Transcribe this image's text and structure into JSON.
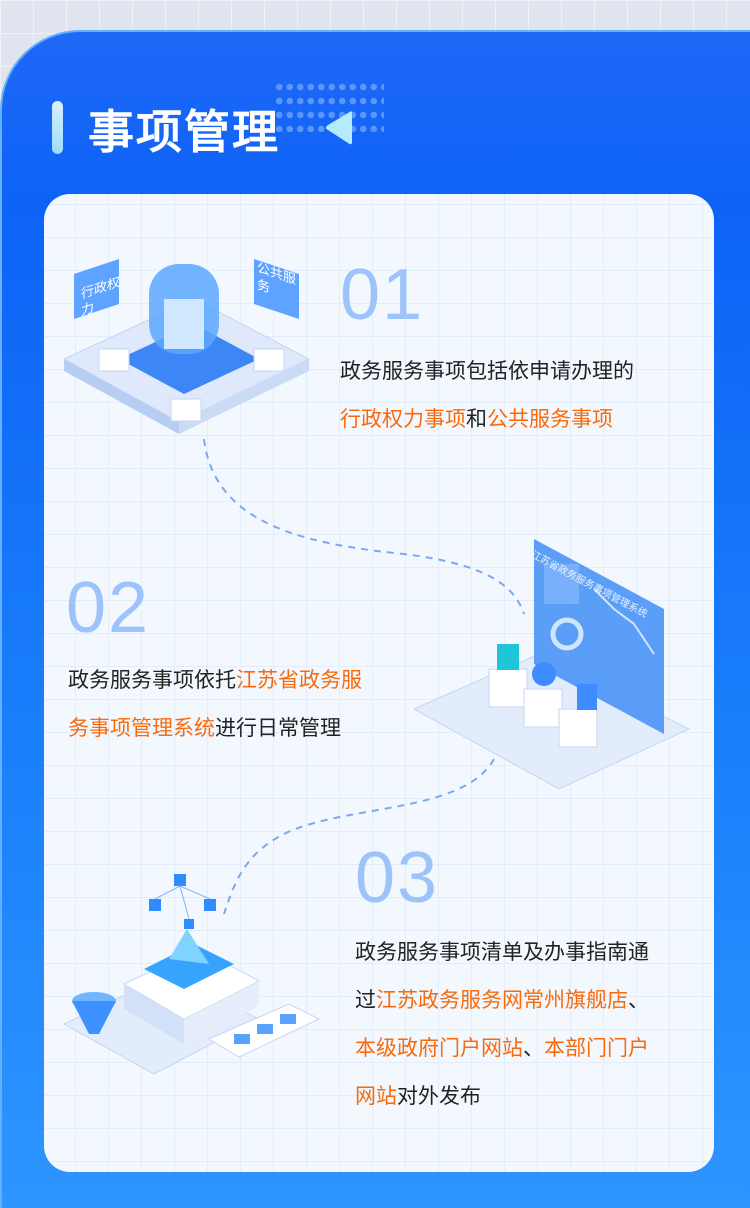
{
  "header": {
    "title": "事项管理"
  },
  "items": [
    {
      "number": "01",
      "line1": "政务服务事项包括依申请办理的",
      "hl1": "行政权力事项",
      "mid": "和",
      "hl2": "公共服务事项",
      "badge_left": "行政权力",
      "badge_right": "公共服务"
    },
    {
      "number": "02",
      "pre": "政务服务事项依托",
      "hl1a": "江苏省政务服",
      "hl1b": "务事项管理系统",
      "post": "进行日常管理",
      "screen_title": "江苏省政务服务事项管理系统"
    },
    {
      "number": "03",
      "line1": "政务服务事项清单及办事指南通",
      "pre": "过",
      "hl1": "江苏政务服务网常州旗舰店",
      "sep1": "、",
      "hl2": "本级政府门户网站",
      "sep2": "、",
      "hl3a": "本部门门户",
      "hl3b": "网站",
      "post": "对外发布"
    }
  ],
  "colors": {
    "accent": "#fa6a0a",
    "number": "#9cc4fa",
    "panel": "#0d63f6"
  }
}
